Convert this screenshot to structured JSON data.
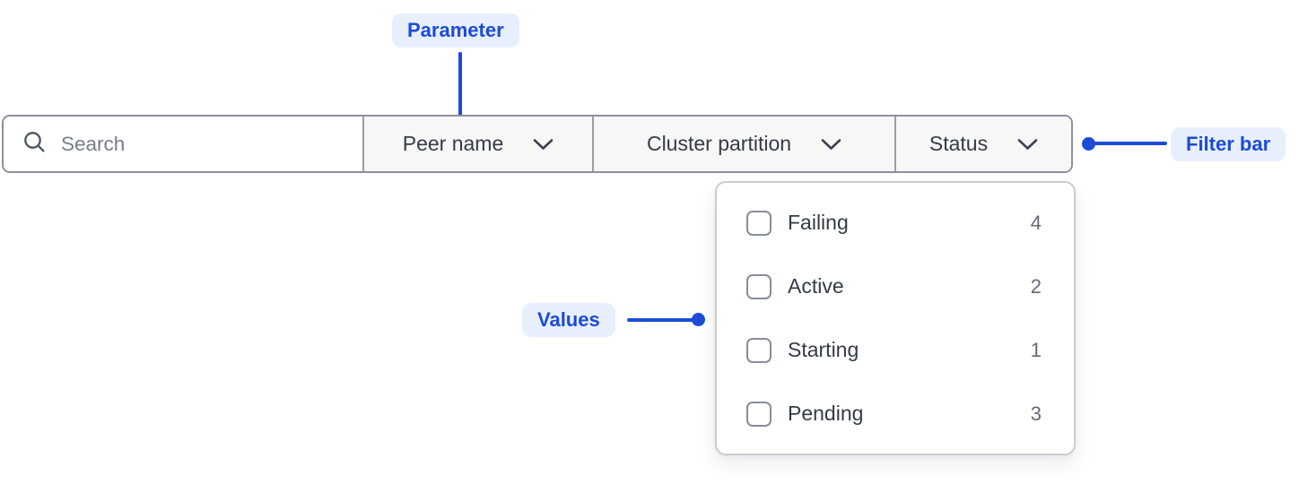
{
  "accent": {
    "blue": "#1c4bd8",
    "pill_background": "#e8effc"
  },
  "annotations": {
    "parameter_label": "Parameter",
    "filter_bar_label": "Filter bar",
    "values_label": "Values"
  },
  "filter_bar": {
    "search": {
      "placeholder": "Search",
      "value": ""
    },
    "dropdowns": [
      {
        "label": "Peer name"
      },
      {
        "label": "Cluster partition"
      },
      {
        "label": "Status"
      }
    ]
  },
  "status_dropdown": {
    "options": [
      {
        "label": "Failing",
        "count": "4",
        "checked": false
      },
      {
        "label": "Active",
        "count": "2",
        "checked": false
      },
      {
        "label": "Starting",
        "count": "1",
        "checked": false
      },
      {
        "label": "Pending",
        "count": "3",
        "checked": false
      }
    ]
  }
}
